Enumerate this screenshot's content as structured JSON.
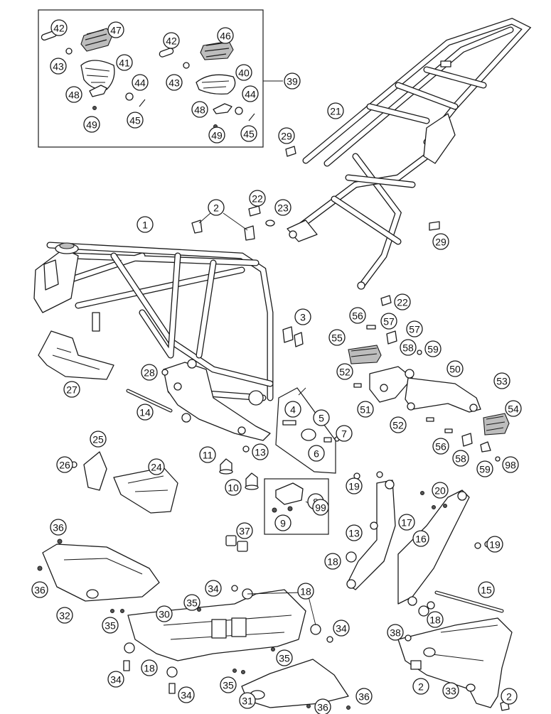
{
  "callouts": [
    {
      "n": "1"
    },
    {
      "n": "2"
    },
    {
      "n": "2"
    },
    {
      "n": "2"
    },
    {
      "n": "3"
    },
    {
      "n": "4"
    },
    {
      "n": "5"
    },
    {
      "n": "6"
    },
    {
      "n": "7"
    },
    {
      "n": "8"
    },
    {
      "n": "9"
    },
    {
      "n": "10"
    },
    {
      "n": "11"
    },
    {
      "n": "13"
    },
    {
      "n": "13"
    },
    {
      "n": "14"
    },
    {
      "n": "15"
    },
    {
      "n": "16"
    },
    {
      "n": "17"
    },
    {
      "n": "18"
    },
    {
      "n": "18"
    },
    {
      "n": "18"
    },
    {
      "n": "18"
    },
    {
      "n": "19"
    },
    {
      "n": "19"
    },
    {
      "n": "20"
    },
    {
      "n": "21"
    },
    {
      "n": "22"
    },
    {
      "n": "22"
    },
    {
      "n": "23"
    },
    {
      "n": "24"
    },
    {
      "n": "25"
    },
    {
      "n": "26"
    },
    {
      "n": "27"
    },
    {
      "n": "28"
    },
    {
      "n": "29"
    },
    {
      "n": "29"
    },
    {
      "n": "30"
    },
    {
      "n": "31"
    },
    {
      "n": "32"
    },
    {
      "n": "33"
    },
    {
      "n": "34"
    },
    {
      "n": "34"
    },
    {
      "n": "34"
    },
    {
      "n": "34"
    },
    {
      "n": "35"
    },
    {
      "n": "35"
    },
    {
      "n": "35"
    },
    {
      "n": "35"
    },
    {
      "n": "36"
    },
    {
      "n": "36"
    },
    {
      "n": "36"
    },
    {
      "n": "36"
    },
    {
      "n": "37"
    },
    {
      "n": "38"
    },
    {
      "n": "39"
    },
    {
      "n": "40"
    },
    {
      "n": "41"
    },
    {
      "n": "42"
    },
    {
      "n": "42"
    },
    {
      "n": "43"
    },
    {
      "n": "43"
    },
    {
      "n": "44"
    },
    {
      "n": "44"
    },
    {
      "n": "45"
    },
    {
      "n": "45"
    },
    {
      "n": "46"
    },
    {
      "n": "47"
    },
    {
      "n": "48"
    },
    {
      "n": "48"
    },
    {
      "n": "49"
    },
    {
      "n": "49"
    },
    {
      "n": "50"
    },
    {
      "n": "51"
    },
    {
      "n": "52"
    },
    {
      "n": "52"
    },
    {
      "n": "53"
    },
    {
      "n": "54"
    },
    {
      "n": "55"
    },
    {
      "n": "56"
    },
    {
      "n": "56"
    },
    {
      "n": "57"
    },
    {
      "n": "57"
    },
    {
      "n": "58"
    },
    {
      "n": "58"
    },
    {
      "n": "59"
    },
    {
      "n": "59"
    },
    {
      "n": "98"
    },
    {
      "n": "99"
    }
  ]
}
